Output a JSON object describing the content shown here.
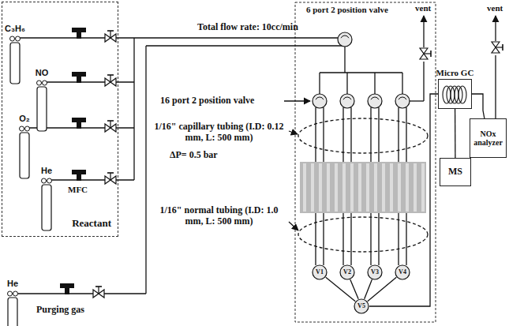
{
  "diagram": {
    "nodes": [
      {
        "text": [
          "Reactant"
        ]
      },
      {
        "text": [
          "C₃H₆"
        ],
        "in": 0
      },
      {
        "text": [
          "NO"
        ],
        "in": 0
      },
      {
        "text": [
          "O₂"
        ],
        "in": 0
      },
      {
        "text": [
          "He"
        ],
        "in": 0
      },
      {
        "text": [
          "He"
        ]
      },
      {
        "text": [
          "V1"
        ]
      },
      {
        "text": [
          "V2"
        ]
      },
      {
        "text": [
          "V3"
        ]
      },
      {
        "text": [
          "V4"
        ]
      },
      {
        "text": [
          "V5"
        ]
      },
      {
        "text": [
          "Micro GC"
        ]
      },
      {
        "text": [
          "MS"
        ]
      },
      {
        "text": [
          "NOx analyzer"
        ]
      }
    ],
    "edges": [
      {
        "from": 6,
        "to": 10,
        "arrow": "none"
      },
      {
        "from": 7,
        "to": 10,
        "arrow": "none"
      },
      {
        "from": 8,
        "to": 10,
        "arrow": "none"
      },
      {
        "from": 9,
        "to": 10,
        "arrow": "none"
      },
      {
        "from": 10,
        "to": 11,
        "arrow": "none"
      },
      {
        "from": 11,
        "to": 12,
        "arrow": "none"
      },
      {
        "from": 11,
        "to": 13,
        "arrow": "none"
      }
    ],
    "labels": [
      "Total flow rate: 10cc/min",
      "MFC",
      "Purging gas",
      "6 port 2 position valve",
      "16 port 2 position valve",
      "1/16\" capillary tubing (I.D: 0.12 mm, L: 500 mm)",
      "ΔP= 0.5 bar",
      "1/16\" normal tubing (I.D: 1.0 mm, L: 500 mm)",
      "vent",
      "vent"
    ]
  }
}
